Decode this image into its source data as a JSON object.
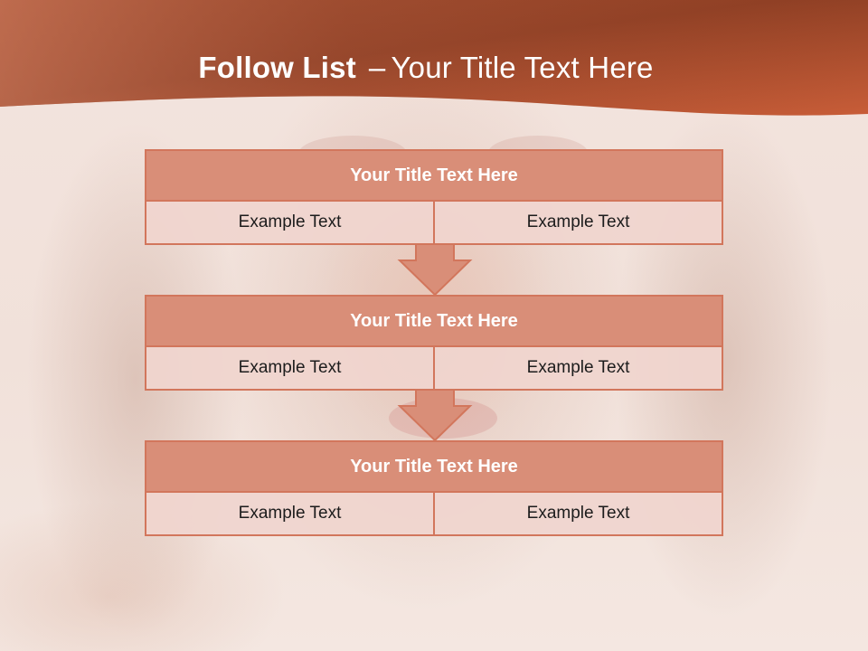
{
  "slide": {
    "title_bold": "Follow List",
    "title_separator": "–",
    "title_rest": "Your Title Text Here"
  },
  "colors": {
    "header_dark": "#8a3f22",
    "header_light": "#c95e3a",
    "box_title_fill": "#d98e78",
    "box_border": "#d2765c",
    "cell_fill": "#f0d5ce",
    "arrow_fill": "#d98e78"
  },
  "steps": [
    {
      "title": "Your Title Text Here",
      "left": "Example Text",
      "right": "Example Text"
    },
    {
      "title": "Your Title Text Here",
      "left": "Example Text",
      "right": "Example Text"
    },
    {
      "title": "Your Title Text Here",
      "left": "Example Text",
      "right": "Example Text"
    }
  ],
  "connectors": [
    "arrow-down-icon",
    "arrow-down-icon"
  ]
}
